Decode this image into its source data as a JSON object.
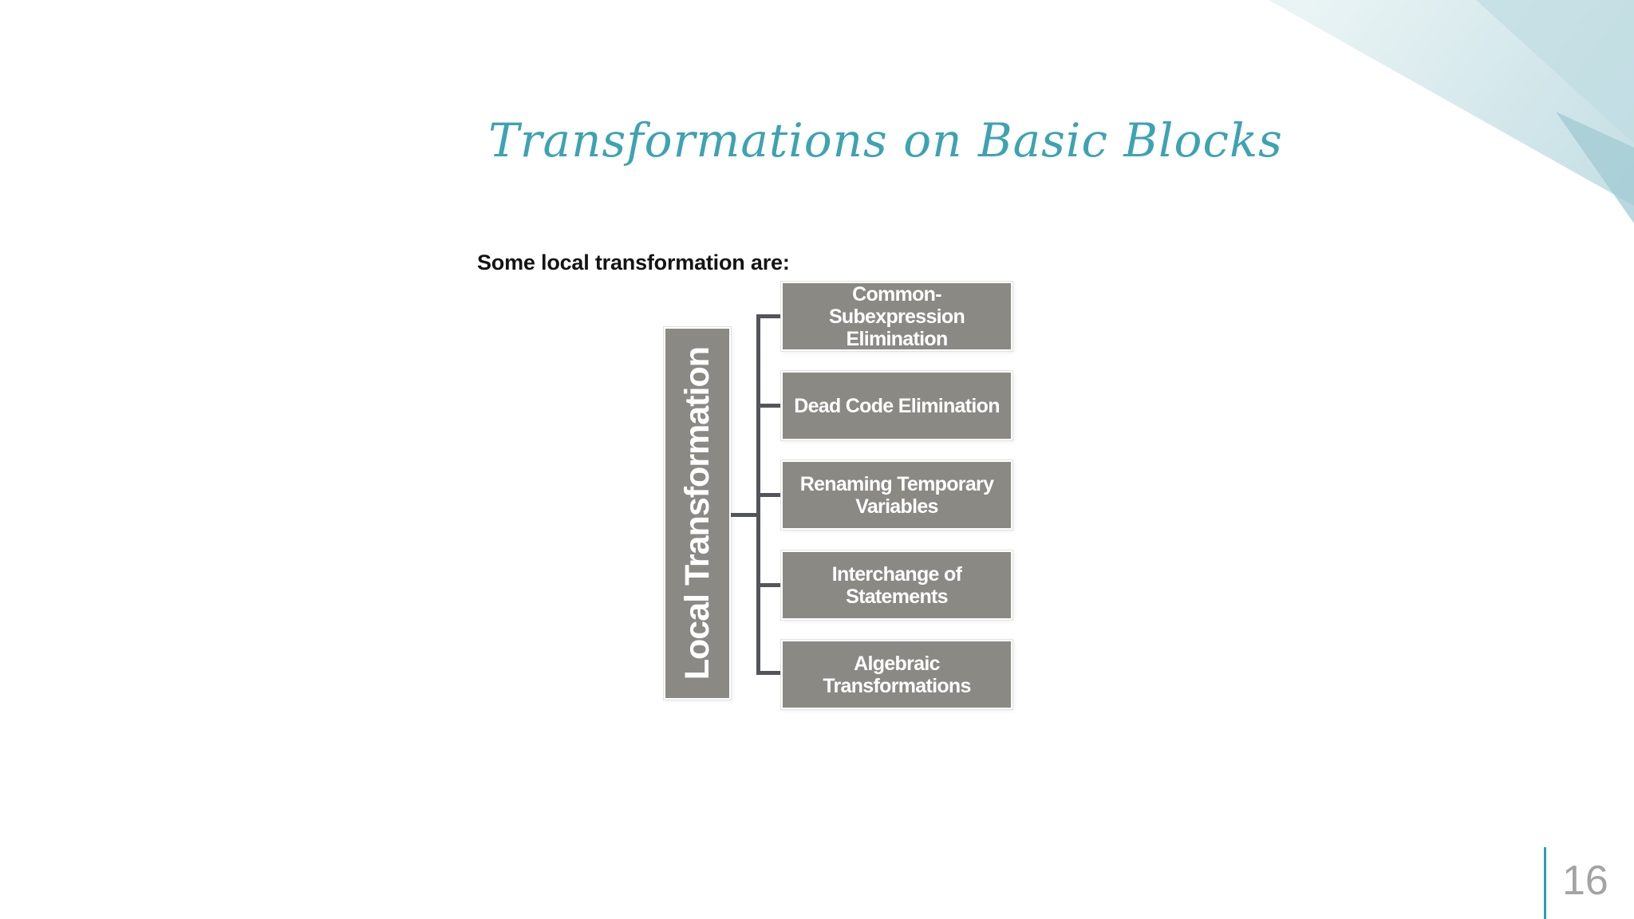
{
  "slide": {
    "title": "Transformations on Basic Blocks",
    "subtitle": "Some local transformation are:",
    "page_number": "16"
  },
  "diagram": {
    "root_label": "Local Transformation",
    "nodes": [
      {
        "label": "Common-\nSubexpression\nElimination"
      },
      {
        "label": "Dead Code Elimination"
      },
      {
        "label": "Renaming Temporary\nVariables"
      },
      {
        "label": "Interchange of\nStatements"
      },
      {
        "label": "Algebraic\nTransformations"
      }
    ]
  },
  "colors": {
    "title_teal": "#3da3b2",
    "box_gray": "#8b8983",
    "connector_gray": "#54555a",
    "page_gray": "#a3a3a3",
    "accent_teal": "#2d9fb0"
  }
}
